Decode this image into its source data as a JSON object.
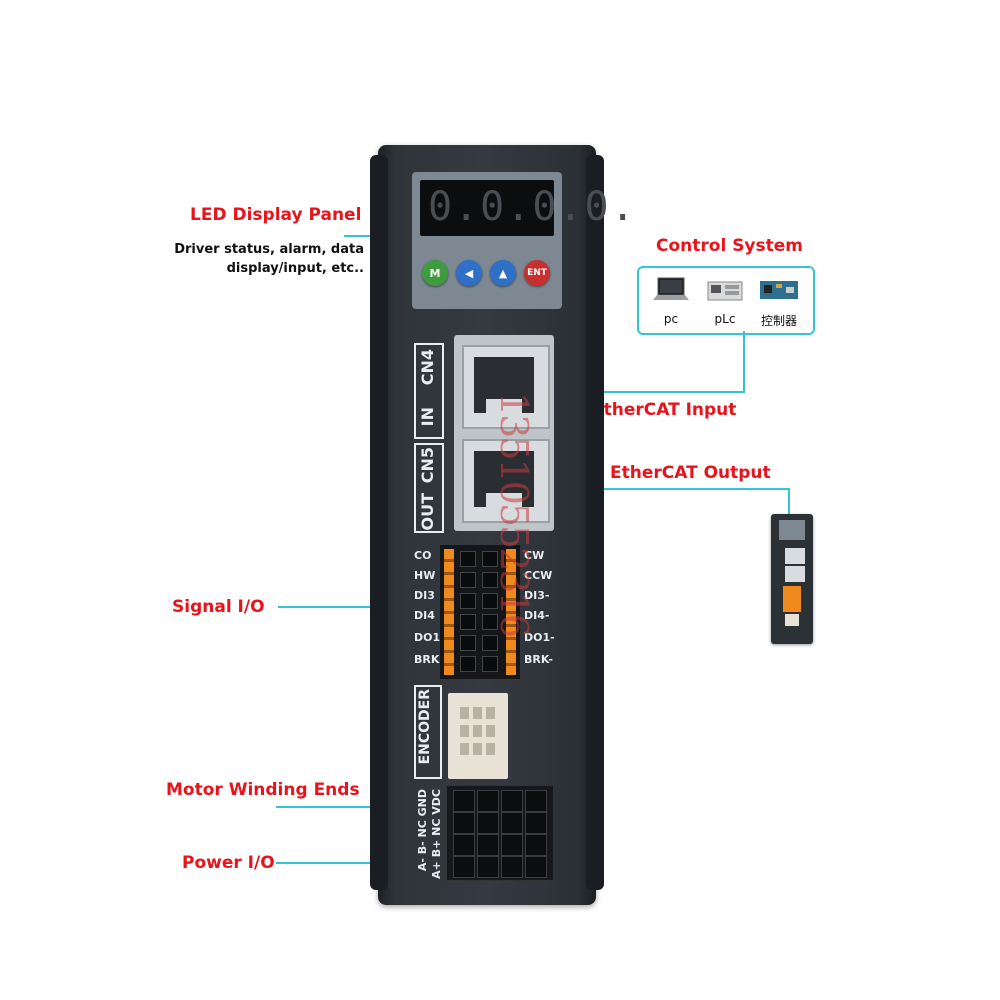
{
  "callouts": {
    "led_panel": "LED Display Panel",
    "led_desc_1": "Driver status, alarm, data",
    "led_desc_2": "display/input, etc..",
    "control_system": "Control System",
    "ethercat_input": "EtherCAT Input",
    "ethercat_output": "EtherCAT Output",
    "signal_io": "Signal I/O",
    "motor_winding": "Motor Winding Ends",
    "power_io": "Power I/O"
  },
  "control_system_items": [
    {
      "caption": "pc",
      "icon": "laptop-icon"
    },
    {
      "caption": "pLc",
      "icon": "plc-icon"
    },
    {
      "caption": "控制器",
      "icon": "controller-board-icon"
    }
  ],
  "device": {
    "display_value": "0.0.0.0.",
    "buttons": [
      "M",
      "◀",
      "▲",
      "ENT"
    ],
    "port_in_label_1": "CN4",
    "port_in_label_2": "IN",
    "port_out_label_1": "CN5",
    "port_out_label_2": "OUT",
    "io_left": [
      "CO",
      "HW",
      "DI3",
      "DI4",
      "DO1",
      "BRK"
    ],
    "io_right": [
      "CW",
      "CCW",
      "DI3-",
      "DI4-",
      "DO1-",
      "BRK-"
    ],
    "encoder_label": "ENCODER",
    "terminal_top": "A+ B+ NC VDC",
    "terminal_bottom": "A- B- NC GND",
    "watermark": "13510552316"
  },
  "colors": {
    "callout_text": "#e8141b",
    "callout_line": "#35c4d6",
    "device_body": "#343a40",
    "terminal_orange": "#f08a1c"
  }
}
